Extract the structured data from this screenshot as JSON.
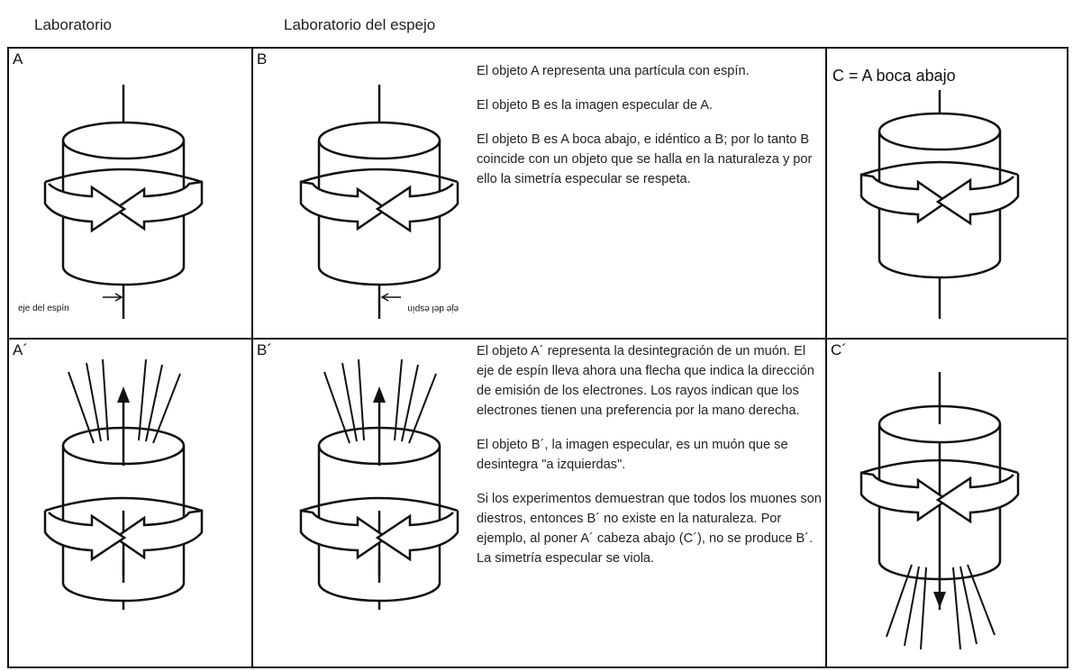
{
  "headers": {
    "left": "Laboratorio",
    "right": "Laboratorio del espejo"
  },
  "panels": {
    "a": {
      "tag": "A",
      "spin_axis_label": "eje del espín"
    },
    "b": {
      "tag": "B",
      "spin_axis_label": "eje del espín"
    },
    "c": {
      "tag": "C = A boca abajo"
    },
    "a_prime": {
      "tag": "A´"
    },
    "b_prime": {
      "tag": "B´"
    },
    "c_prime": {
      "tag": "C´"
    }
  },
  "text_top": [
    "El objeto A representa una partícula con espín.",
    "El objeto B es la imagen especular de A.",
    "El objeto B es A boca abajo, e idéntico a B; por lo tanto B coincide con un objeto que se halla en la naturaleza y por ello la simetría especular se respeta."
  ],
  "text_bottom": [
    "El objeto A´ representa la desintegración de un muón.  El eje de espín lleva  ahora  una flecha que indica la dirección de emisión  de los electrones.  Los rayos indican  que los electrones tienen una preferencia por la mano derecha.",
    "El objeto B´, la imagen especular, es un muón que se desintegra \"a izquierdas\".",
    "Si los experimentos demuestran que  todos los muones son diestros, entonces B´ no existe en la naturaleza.  Por ejemplo, al poner A´ cabeza abajo (C´), no se produce B´. La simetría especular se viola."
  ]
}
